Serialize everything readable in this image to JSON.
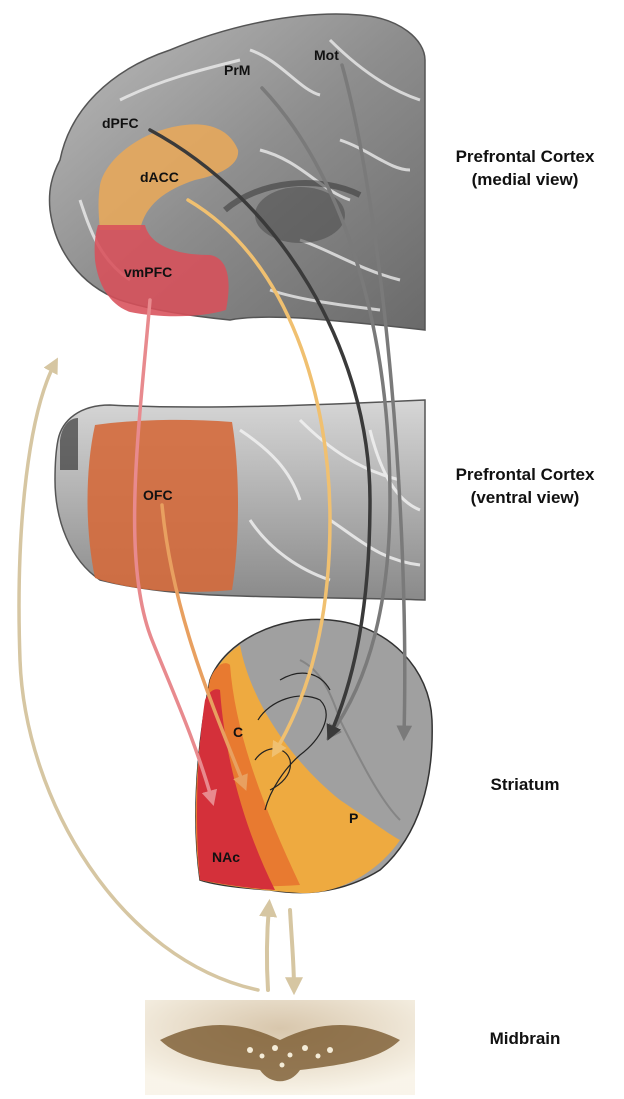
{
  "sections": [
    {
      "title": "Prefrontal Cortex",
      "subtitle": "(medial view)"
    },
    {
      "title": "Prefrontal Cortex",
      "subtitle": "(ventral view)"
    },
    {
      "title": "Striatum",
      "subtitle": ""
    },
    {
      "title": "Midbrain",
      "subtitle": ""
    }
  ],
  "regions": {
    "mot": "Mot",
    "prm": "PrM",
    "dpfc": "dPFC",
    "dacc": "dACC",
    "vmpfc": "vmPFC",
    "ofc": "OFC",
    "c": "C",
    "p": "P",
    "nac": "NAc"
  },
  "colors": {
    "vmpfc": "#d8505a",
    "dacc": "#e8a85a",
    "ofc": "#d46a3c",
    "striatum_red": "#d4303a",
    "striatum_orange": "#e87a30",
    "striatum_yellow": "#eeaa40",
    "striatum_gray": "#a0a0a0",
    "arrow_dark": "#3a3a3a",
    "arrow_gray": "#7a7a7a",
    "arrow_pink": "#e88a8e",
    "arrow_orange": "#e8a060",
    "arrow_yellow": "#f0c070",
    "arrow_tan": "#d6c6a2"
  }
}
